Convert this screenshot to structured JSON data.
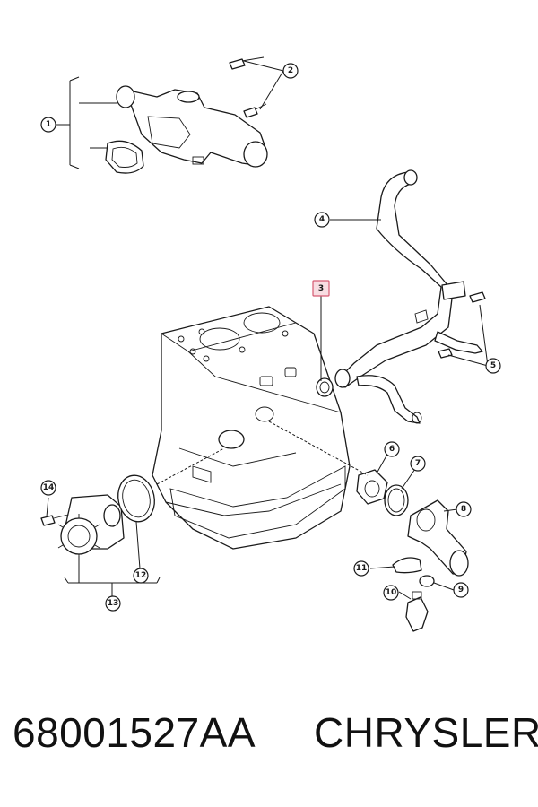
{
  "callouts": [
    {
      "id": "c1",
      "label": "1"
    },
    {
      "id": "c2",
      "label": "2"
    },
    {
      "id": "c3",
      "label": "3",
      "highlighted": true
    },
    {
      "id": "c4",
      "label": "4"
    },
    {
      "id": "c5",
      "label": "5"
    },
    {
      "id": "c6",
      "label": "6"
    },
    {
      "id": "c7",
      "label": "7"
    },
    {
      "id": "c8",
      "label": "8"
    },
    {
      "id": "c9",
      "label": "9"
    },
    {
      "id": "c10",
      "label": "10"
    },
    {
      "id": "c11",
      "label": "11"
    },
    {
      "id": "c12",
      "label": "12"
    },
    {
      "id": "c13",
      "label": "13"
    },
    {
      "id": "c14",
      "label": "14"
    }
  ],
  "caption": {
    "part_number": "68001527AA",
    "brand": "CHRYSLER"
  },
  "colors": {
    "highlight_fill": "#f8dde2",
    "highlight_stroke": "#d55a72",
    "line": "#1a1a1a"
  }
}
